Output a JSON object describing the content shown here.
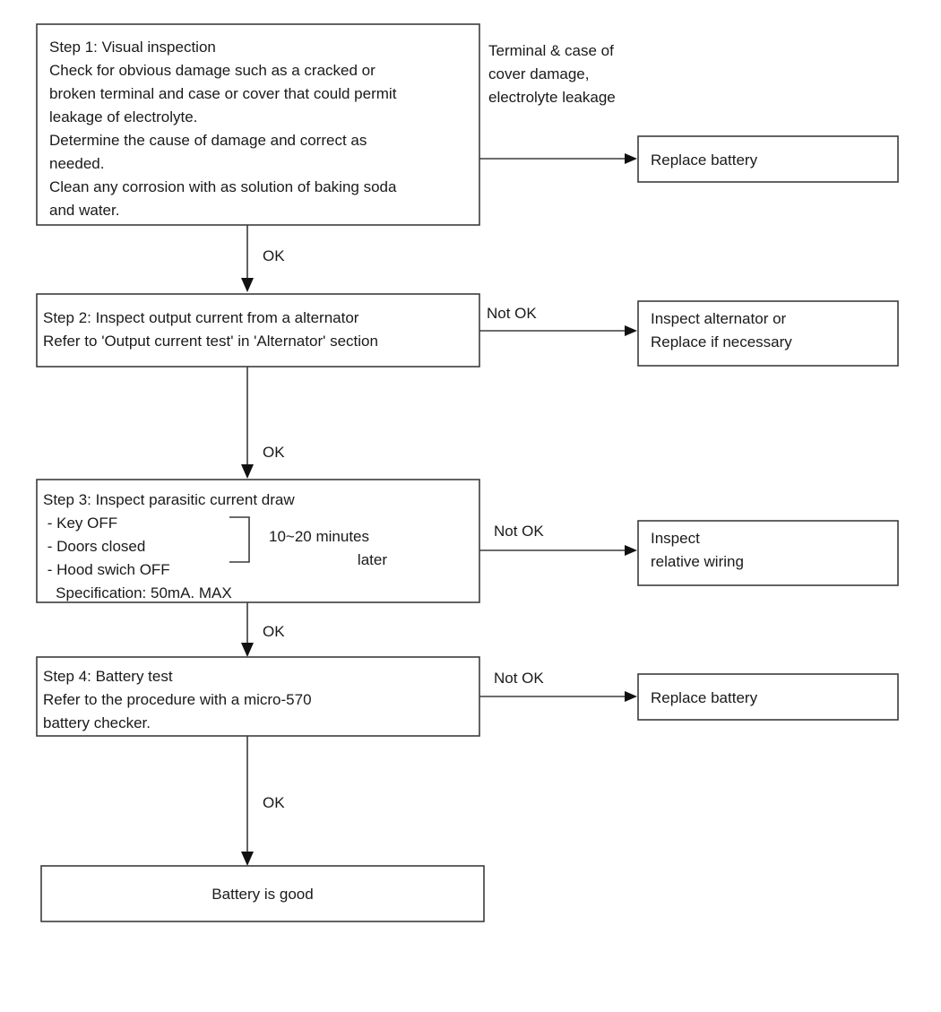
{
  "diagram": {
    "title": "Battery inspection flowchart",
    "colors": {
      "box_stroke": "#3c3c3c",
      "arrow": "#111111",
      "text": "#1a1a1a",
      "background": "#ffffff"
    },
    "nodes": {
      "step1": {
        "id": "step-1",
        "lines": [
          "Step 1: Visual inspection",
          "Check for obvious damage such as a cracked or",
          "broken terminal and case or cover that could permit",
          "leakage of electrolyte.",
          "Determine the cause of damage and correct as",
          "needed.",
          "Clean any corrosion with as solution of baking soda",
          "and water."
        ]
      },
      "step2": {
        "id": "step-2",
        "lines": [
          "Step 2: Inspect output current from a alternator",
          "Refer to 'Output current test' in 'Alternator' section"
        ]
      },
      "step3": {
        "id": "step-3",
        "lines": [
          "Step 3: Inspect parasitic current draw",
          " - Key OFF",
          " - Doors closed",
          " - Hood swich OFF",
          "   Specification: 50mA. MAX"
        ],
        "bracket_note_line1": "10~20 minutes",
        "bracket_note_line2": "later"
      },
      "step4": {
        "id": "step-4",
        "lines": [
          "Step 4: Battery test",
          "Refer to the procedure with a micro-570",
          "battery checker."
        ]
      },
      "result_good": {
        "id": "battery-is-good",
        "lines": [
          "Battery is good"
        ]
      },
      "out1": {
        "id": "replace-battery-1",
        "lines": [
          "Replace battery"
        ]
      },
      "out2": {
        "id": "inspect-alternator",
        "lines": [
          "Inspect alternator or",
          "Replace if necessary"
        ]
      },
      "out3": {
        "id": "inspect-wiring",
        "lines": [
          "Inspect",
          "relative wiring"
        ]
      },
      "out4": {
        "id": "replace-battery-2",
        "lines": [
          "Replace battery"
        ]
      }
    },
    "edge_labels": {
      "step1_branch_line1": "Terminal  &  case of",
      "step1_branch_line2": "cover damage,",
      "step1_branch_line3": "electrolyte leakage",
      "step1_to_step2": "OK",
      "step2_branch": "Not OK",
      "step2_to_step3": "OK",
      "step3_branch": "Not OK",
      "step3_to_step4": "OK",
      "step4_branch": "Not OK",
      "step4_to_result": "OK"
    }
  }
}
